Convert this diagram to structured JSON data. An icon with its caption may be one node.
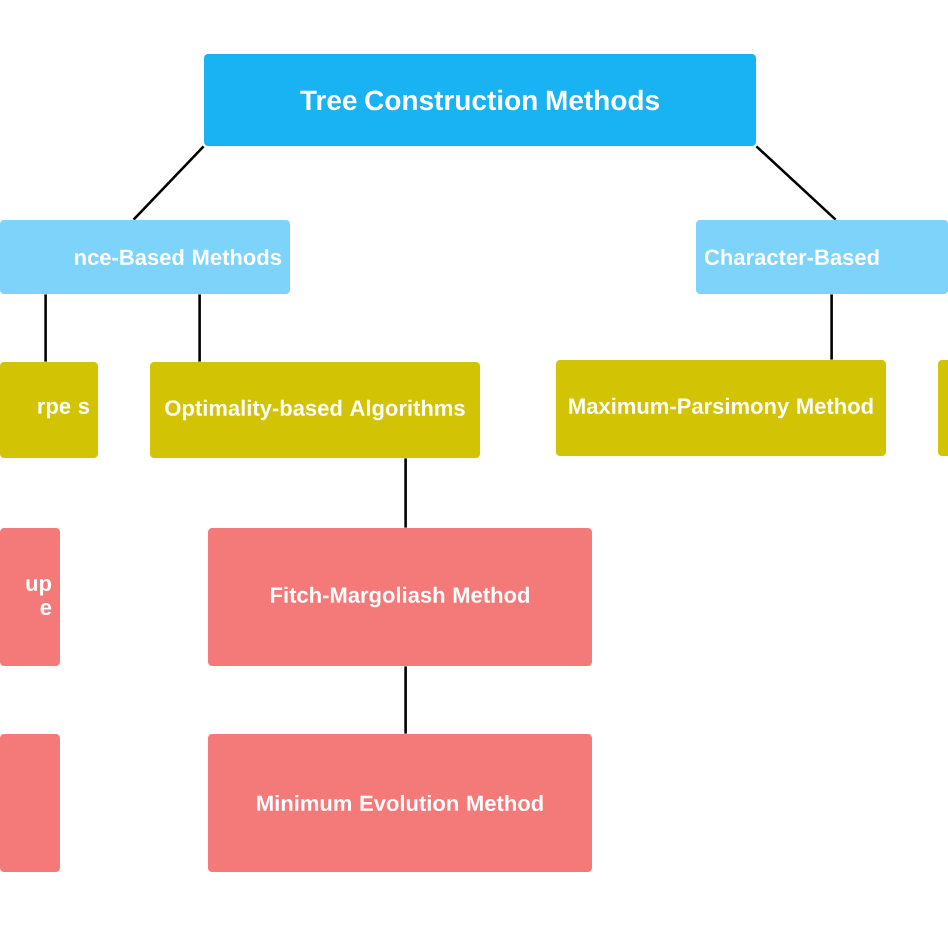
{
  "diagram": {
    "nodes": [
      {
        "text": [
          "Tree Construction Methods"
        ]
      },
      {
        "text": [
          "nce-Based Methods"
        ]
      },
      {
        "text": [
          "Character-Based"
        ]
      },
      {
        "text": [
          "rpe s"
        ]
      },
      {
        "text": [
          "Optimality-based Algorithms"
        ]
      },
      {
        "text": [
          "Maximum-Parsimony Method"
        ]
      },
      {
        "text": [],
        "shape": "box"
      },
      {
        "text": [
          "up e"
        ]
      },
      {
        "text": [
          "Fitch-Margoliash Method"
        ]
      },
      {
        "text": [],
        "shape": "box"
      },
      {
        "text": [
          "Minimum Evolution Method"
        ]
      }
    ],
    "edges": [
      {
        "from": 0,
        "to": 1,
        "arrow": "none"
      },
      {
        "from": 0,
        "to": 2,
        "arrow": "none"
      },
      {
        "from": 1,
        "to": 3,
        "arrow": "none"
      },
      {
        "from": 1,
        "to": 4,
        "arrow": "none"
      },
      {
        "from": 2,
        "to": 5,
        "arrow": "none"
      },
      {
        "from": 4,
        "to": 8,
        "arrow": "none"
      },
      {
        "from": 8,
        "to": 10,
        "arrow": "none"
      }
    ]
  }
}
